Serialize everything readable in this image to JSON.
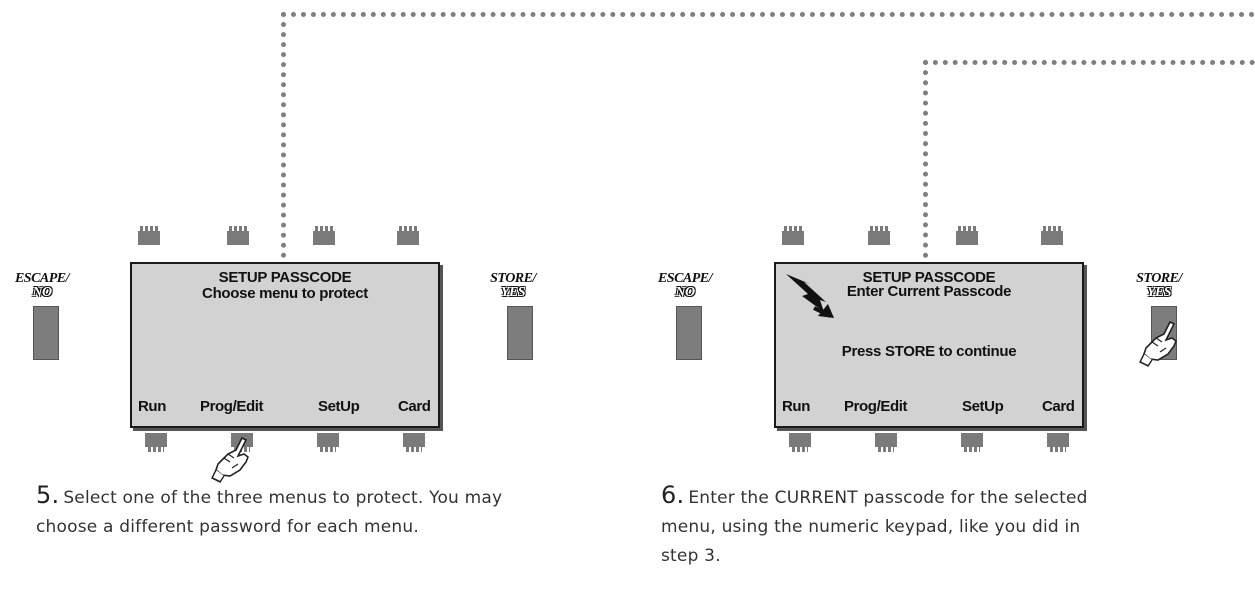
{
  "steps": [
    {
      "screen": {
        "line1": "SETUP PASSCODE",
        "line2": "Choose menu to protect",
        "line3": ""
      },
      "softkeys": [
        "Run",
        "Prog/Edit",
        "SetUp",
        "Card"
      ],
      "left_key": {
        "top": "ESCAPE/",
        "bottom": "NO"
      },
      "right_key": {
        "top": "STORE/",
        "bottom": "YES"
      },
      "caption": {
        "number": "5.",
        "text": "Select one of the three menus to protect. You may choose a different password for each menu."
      }
    },
    {
      "screen": {
        "line1": "SETUP PASSCODE",
        "line2": "Enter Current Passcode",
        "line3": "Press STORE to continue"
      },
      "softkeys": [
        "Run",
        "Prog/Edit",
        "SetUp",
        "Card"
      ],
      "left_key": {
        "top": "ESCAPE/",
        "bottom": "NO"
      },
      "right_key": {
        "top": "STORE/",
        "bottom": "YES"
      },
      "caption": {
        "number": "6.",
        "text": "Enter the CURRENT passcode for the selected menu, using the numeric keypad, like you did in step 3."
      }
    }
  ],
  "icons": {
    "pointer": "hand-pointer-icon",
    "arrow": "lightning-arrow-icon"
  }
}
